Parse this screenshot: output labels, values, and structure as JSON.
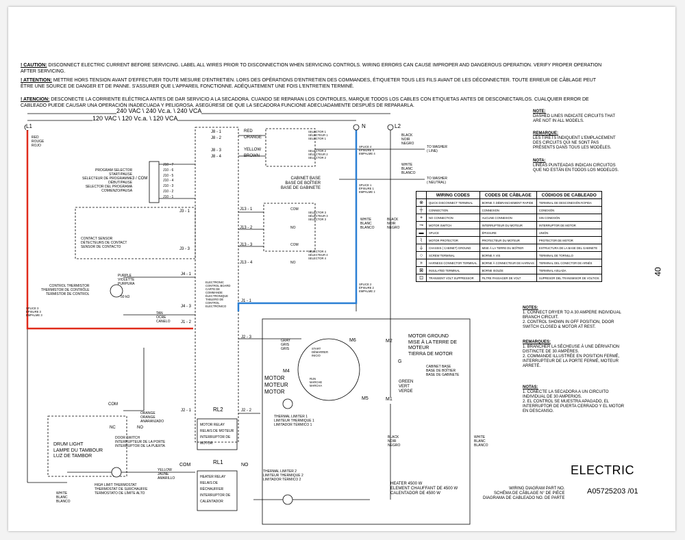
{
  "warnings": [
    {
      "label": "! CAUTION:",
      "text": " DISCONNECT ELECTRIC CURRENT BEFORE SERVICING. LABEL ALL WIRES PRIOR TO DISCONNECTION WHEN SERVICING CONTROLS. WIRING ERRORS CAN CAUSE IMPROPER AND DANGEROUS OPERATION. VERIFY PROPER OPERATION AFTER SERVICING."
    },
    {
      "label": "! ATTENTION:",
      "text": " METTRE HORS TENSION AVANT D'EFFECTUER TOUTE MESURE D'ENTRETIEN. LORS DES OPÉRATIONS D'ENTRETIEN DES COMMANDES, ÉTIQUETER TOUS LES FILS AVANT DE LES DÉCONNECTER. TOUTE ERREUR DE CÂBLAGE PEUT ÊTRE UNE SOURCE DE DANGER ET DE PANNE. S'ASSURER QUE L'APPAREIL FONCTIONNE. ADÉQUATEMENT UNE FOIS L'ENTRETIEN TERMINÉ."
    },
    {
      "label": "! ATENCION:",
      "text": " DESCONECTE LA CORRIENTE ELÉCTRICA ANTES DE DAR SERVICIO A LA SECADORA. CUANDO SE REPARAN LOS CONTROLES, MARQUE TODOS LOS CABLES CON ETIQUETAS ANTES DE DESCONECTARLOS. CUALQUIER ERROR DE CABLEADO PUEDE CAUSAR UNA OPERACIÓN INADECUADA Y PELIGROSA. ASEGÚRESE DE QUE LA SECADORA FUNCIONE ADECUADAMENTE DESPUÉS DE REPARARLA."
    }
  ],
  "voltage": {
    "v240": "240 VAC \\ 240 Vc.a. \\ 240 VCA",
    "v120": "120 VAC \\ 120 Vc.a. \\ 120 VCA"
  },
  "terminals": {
    "l1": "L1",
    "n": "N",
    "l2": "L2"
  },
  "wires": {
    "red": "RED\nROUGE\nROJO",
    "black": "BLACK\nNOIR\nNEGRO",
    "white": "WHITE\nBLANC\nBLANCO",
    "purple": "PURPLE\nVIOLETTE\nPURPURA",
    "tan": "TAN\nOCRE\nCANELO",
    "gray": "GRAY\nGRIS\nGRIS",
    "orange": "ORANGE\nORANGE\nANARANJADO",
    "green": "GREEN\nVERT\nVERDE",
    "yellow": "YELLOW\nJAUNE\nAMARILLO"
  },
  "labels": {
    "j8_1": "J8 - 1",
    "j8_2": "J8 - 2",
    "j8_3": "J8 - 3",
    "j8_4": "J8 - 4",
    "red": "RED",
    "orange": "ORANGE",
    "yellow": "YELLOW",
    "brown": "BROWN",
    "selector1": "SELECTOR 1\nSÉLECTEUR 1\nSELECTOR 1",
    "selector2": "SELECTOR 2\nSÉLECTEUR 2\nSELECTOR 2",
    "selector3": "SELECTOR 3\nSÉLECTEUR 3\nSELECTOR 3",
    "selector4": "SELECTOR 4\nSÉLECTEUR 4\nSELECTOR 4",
    "program_selector": "PROGRAM SELECTOR\nSTART/PAUSE\nSÉLECTEUR DE PROGRAMME\nDÉBUT/PAUSE\nSELECTOR DEL PROGRAMA\nCOMIENZO/PAUSA",
    "com3": "3 / COM",
    "j10": [
      "J10 - 7",
      "J10 - 6",
      "J10 - 5",
      "J10 - 4",
      "J10 - 3",
      "J10 - 2",
      "J10 - 1"
    ],
    "pins": [
      "1",
      "2",
      "3",
      "4",
      "5",
      "6",
      "7"
    ],
    "cabinet_base": "CABINET BASE\nBASE DE BOÎTIER\nBASE DE GABINETE",
    "splice1": "SPLICE 1\nÉPISURE 1\nEMPALME 1",
    "splice2": "SPLICE 2\nÉPISURE 2\nEMPALME 2",
    "splice3": "SPLICE 3\nÉPISURE 3\nEMPALME 3",
    "splice4": "SPLICE 4\nÉPISURE 4\nEMPALME 4",
    "to_washer_line": "TO WASHER\n( LINE)",
    "to_washer_neutral": "TO WASHER\n( NEUTRAL)",
    "j13_1": "J13 - 1",
    "j13_2": "J13 - 2",
    "j13_3": "J13 - 3",
    "j13_4": "J13 - 4",
    "com": "COM",
    "no": "NO",
    "nc": "NC",
    "j3_1": "J3 - 1",
    "j3_3": "J3 - 3",
    "contact_sensor": "CONTACT SENSOR\nDÉTECTEURS DE CONTACT\nSENSOR DE CONTACTO",
    "control_thermistor": "CONTROL THERMISTOR\nTHERMISTOR DE CONTRÔLE\nTERMISTOR DE CONTROL",
    "fifty_k": "50 kΩ",
    "j4_1": "J4 - 1",
    "j4_3": "J4 - 3",
    "j1_2": "J1 - 2",
    "j1_1": "J1 - 1",
    "j2_3": "J2 - 3",
    "j2_1": "J2 - 1",
    "j2_2": "J2 - 2",
    "control_board": "ELECTRONIC\nCONTROL BOARD\nCARTE DE\nCOMMANDE\nÉLECTRONIQUE\nTABLERO DE\nCONTROL\nELECTRÓNICO",
    "motor_ground": "MOTOR GROUND\nMISE À LA TERRE DE\nMOTEUR\nTIERRA DE MOTOR",
    "start": "START\nDÉMARRER\nINICIO",
    "run": "RUN\nMARCHE\nMARCHA",
    "motor": "MOTOR\nMOTEUR\nMOTOR",
    "m1": "M1",
    "m2": "M2",
    "m4": "M4",
    "m5": "M5",
    "m6": "M6",
    "g": "G",
    "cabinet_base2": "CABINET BASE\nBASE DE BOÎTIER\nBASE DE GABINETE",
    "thermal_limiter1": "THERMAL LIMITER 1\nLIMITEUR THERMIQUE 1\nLIMITADOR TÉRMICO 1",
    "thermal_limiter2": "THERMAL LIMITER 2\nLIMITEUR THERMIQUE 2\nLIMITADOR TÉRMICO 2",
    "rl1": "RL1",
    "rl2": "RL2",
    "motor_relay": "MOTOR RELAY\nRELAIS DE MOTEUR\nINTERRUPTOR DE\nMOTOR",
    "heater_relay": "HEATER RELAY\nRELAIS DE\nRÉCHAUFFER\nINTERRUPTOR DE\nCALENTADOR",
    "door_switch": "DOOR SWITCH\nINTERRUPTEUR DE LA PORTE\nINTERRUPTOR DE LA PUERTA",
    "drum_light": "DRUM LIGHT\nLAMPE DU TAMBOUR\nLUZ DE TAMBOR",
    "high_limit": "HIGH LIMIT THERMOSTAT\nTHERMOSTAT DE SURCHAUFFE\nTERMOSTATO DE LÍMITE ALTO",
    "heater": "HEATER 4500 W\nELEMENT CHAUFFANT DE 4500 W\nCALENTADOR DE 4500 W"
  },
  "notes_legend": {
    "note_title": "NOTE:",
    "note_text": "DASHED LINES INDICATE CIRCUITS THAT\nARE NOT IN ALL MODELS.",
    "remarque_title": "REMARQUE:",
    "remarque_text": "LES TIRETS INDIQUENT L'EMPLACEMENT\nDES CIRCUITS QUI NE SONT PAS\nPRÉSENTS DANS TOUS LES MODÈLES.",
    "nota_title": "NOTA:",
    "nota_text": "LÍNEAS PUNTEADAS INDICAN CIRCUITOS\nQUE NO ESTÁN EN TODOS LOS MODELOS."
  },
  "codes_table": {
    "headers": [
      "WIRING CODES",
      "CODES DE CÂBLAGE",
      "CÓDIGOS DE CABLEADO"
    ],
    "rows": [
      {
        "icon": "⊗",
        "en": "QUICK DISCONNECT TERMINAL",
        "fr": "BORNE À DÉBRANCHEMENT RAPIDE",
        "es": "TERMINAL DE DESCONEXIÓN RÁPIDA"
      },
      {
        "icon": "┼",
        "en": "CONNECTION",
        "fr": "CONNEXION",
        "es": "CONEXIÓN"
      },
      {
        "icon": "+",
        "en": "NO CONNECTION",
        "fr": "AUCUNE CONNEXION",
        "es": "SIN CONEXIÓN"
      },
      {
        "icon": "⊸",
        "en": "MOTOR SWITCH",
        "fr": "INTERRUPTEUR DU MOTEUR",
        "es": "INTERRUPTOR DE MOTOR"
      },
      {
        "icon": "▬",
        "en": "SPLICE",
        "fr": "ÉPISSURE",
        "es": "UNIÓN"
      },
      {
        "icon": "⌇",
        "en": "MOTOR PROTECTOR",
        "fr": "PROTECTEUR DU MOTEUR",
        "es": "PROTECTOR DE MOTOR"
      },
      {
        "icon": "⏚",
        "en": "CHASSIS  ( CABINET)  GROUND",
        "fr": "MISE À LA TERRE DU BOÎTIER",
        "es": "ESTRUCTURA DE LA BASE DEL GABINETE"
      },
      {
        "icon": "○",
        "en": "SCREW TERMINAL",
        "fr": "BORNE À VIS",
        "es": "TERMINAL DE TORNILLO"
      },
      {
        "icon": "»",
        "en": "HARNESS CONNECTOR TERMINAL",
        "fr": "BORNE À CONNECTEUR DE HARNAIS",
        "es": "TERMINAL DEL CONECTOR DE ARNÉS"
      },
      {
        "icon": "⊠",
        "en": "INSULATED TERMINAL",
        "fr": "BORNE ISOLÉE",
        "es": "TERMINAL AISLADA"
      },
      {
        "icon": "⊡",
        "en": "TRANSIENT VOLT SUPPRESSOR",
        "fr": "FILTRE PASSAGER DE VOLT",
        "es": "SUPRESOR DEL TRANSMISOR DE VOLTIOS"
      }
    ]
  },
  "notes": {
    "en_title": "NOTES:",
    "en": "1. CONNECT DRYER TO A 30 AMPERE INDIVIDUAL\nBRANCH CIRCUIT.\n2. CONTROL SHOWN IN OFF POSITION, DOOR\nSWITCH CLOSED & MOTOR AT REST.",
    "fr_title": "REMARQUES:",
    "fr": "1. BRANCHER LA SÉCHEUSE À UNE DÉRIVATION\nDISTINCTE DE 30 AMPÈRES.\n2. COMMANDE ILLUSTRÉE EN POSITION FERMÉ,\nINTERRUPTEUR DE LA PORTE FERMÉ, MOTEUR\nARRETÉ.",
    "es_title": "NOTAS:",
    "es": "1. CONECTE LA SECADORA A UN CIRCUITO\nINDIVIDUAL DE 30 AMPERIOS.\n2. EL CONTROL SE MUESTRA APAGADO, EL\nINTERRUPTOR DE PUERTA CERRADO Y EL MOTOR\nEN DESCANSO."
  },
  "title": {
    "electric": "ELECTRIC",
    "part_label": "WIRING DIAGRAM PART NO.\nSCHÉMA DE CÂBLAGE N° DE PIÈCE\nDIAGRAMA DE CABLEADO NO. DE PARTE",
    "part_no": "A05725203 /01"
  },
  "page_number": "40",
  "colors": {
    "l1_wire": "#e02a1a",
    "neutral_wire": "#2a7fd4",
    "line": "#000000"
  }
}
